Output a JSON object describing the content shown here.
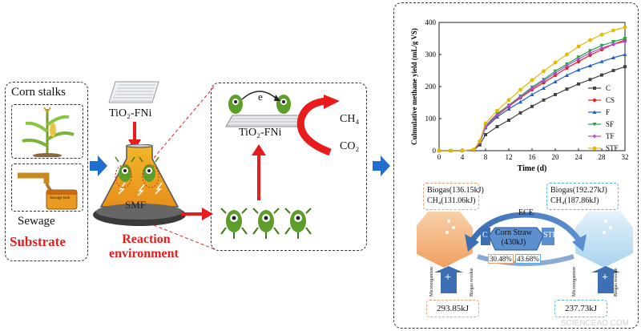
{
  "substrate": {
    "corn_label": "Corn stalks",
    "sewage_label": "Sewage",
    "tank_label": "Sewage tank",
    "title": "Substrate"
  },
  "reaction": {
    "catalyst_label": "TiO₂-FNi",
    "smf_label": "SMF",
    "title_line1": "Reaction",
    "title_line2": "environment"
  },
  "mechanism": {
    "electron_label": "e",
    "catalyst_label": "TiO₂-FNi",
    "ch4_label": "CH₄",
    "co2_label": "CO₂"
  },
  "chart_data": {
    "type": "line",
    "title": "",
    "xlabel": "Time (d)",
    "ylabel": "Culmulative methane yield (mL/g VS)",
    "xlim": [
      0,
      32
    ],
    "ylim": [
      0,
      400
    ],
    "xticks": [
      0,
      4,
      8,
      12,
      16,
      20,
      24,
      28,
      32
    ],
    "yticks": [
      0,
      100,
      200,
      300,
      400
    ],
    "x": [
      0,
      2,
      4,
      6,
      7,
      8,
      10,
      12,
      14,
      16,
      18,
      20,
      22,
      24,
      26,
      28,
      30,
      32
    ],
    "legend_position": "right",
    "series": [
      {
        "name": "C",
        "color": "#444444",
        "marker": "square",
        "values": [
          0,
          0,
          0,
          2,
          18,
          50,
          75,
          95,
          118,
          138,
          158,
          175,
          192,
          208,
          222,
          236,
          250,
          262
        ]
      },
      {
        "name": "CS",
        "color": "#e8201e",
        "marker": "circle",
        "values": [
          0,
          0,
          0,
          3,
          25,
          75,
          110,
          138,
          165,
          190,
          212,
          235,
          258,
          278,
          298,
          315,
          332,
          345
        ]
      },
      {
        "name": "F",
        "color": "#1f5fd0",
        "marker": "triangle",
        "values": [
          0,
          0,
          0,
          3,
          25,
          72,
          105,
          130,
          152,
          175,
          195,
          215,
          235,
          252,
          265,
          278,
          290,
          300
        ]
      },
      {
        "name": "SF",
        "color": "#1aa84a",
        "marker": "tri-down",
        "values": [
          0,
          0,
          0,
          3,
          27,
          78,
          115,
          142,
          170,
          198,
          222,
          248,
          270,
          292,
          312,
          328,
          340,
          350
        ]
      },
      {
        "name": "TF",
        "color": "#b04fd8",
        "marker": "diamond",
        "values": [
          0,
          0,
          0,
          3,
          26,
          76,
          112,
          140,
          168,
          194,
          218,
          242,
          265,
          286,
          305,
          320,
          332,
          340
        ]
      },
      {
        "name": "STF",
        "color": "#e6b800",
        "marker": "star",
        "values": [
          0,
          0,
          0,
          4,
          30,
          85,
          125,
          158,
          190,
          220,
          248,
          275,
          300,
          325,
          345,
          362,
          375,
          385
        ]
      }
    ]
  },
  "energy": {
    "left_biogas": "Biogas(136.15kJ)",
    "left_ch4": "CH₄(131.06kJ)",
    "right_biogas": "Biogas(192.27kJ)",
    "right_ch4": "CH₄(187.86kJ)",
    "ece_label": "ECE",
    "left_tag": "C",
    "right_tag": "STF",
    "center_line1": "Corn Straw",
    "center_line2": "(430kJ)",
    "left_percent": "30.48%",
    "right_percent": "43.68%",
    "microorganism": "Microorganism",
    "biogas_residue": "Biogas residue",
    "plus_symbol": "+",
    "left_total": "293.85kJ",
    "right_total": "237.73kJ"
  },
  "watermark": "SCIENCEAO.COM",
  "colors": {
    "blue_arrow": "#1f6fd1",
    "red": "#e81c1c",
    "orange_dash": "#f0a070",
    "blue_dash": "#5ab0e8",
    "microbe": "#5d9e2b"
  }
}
